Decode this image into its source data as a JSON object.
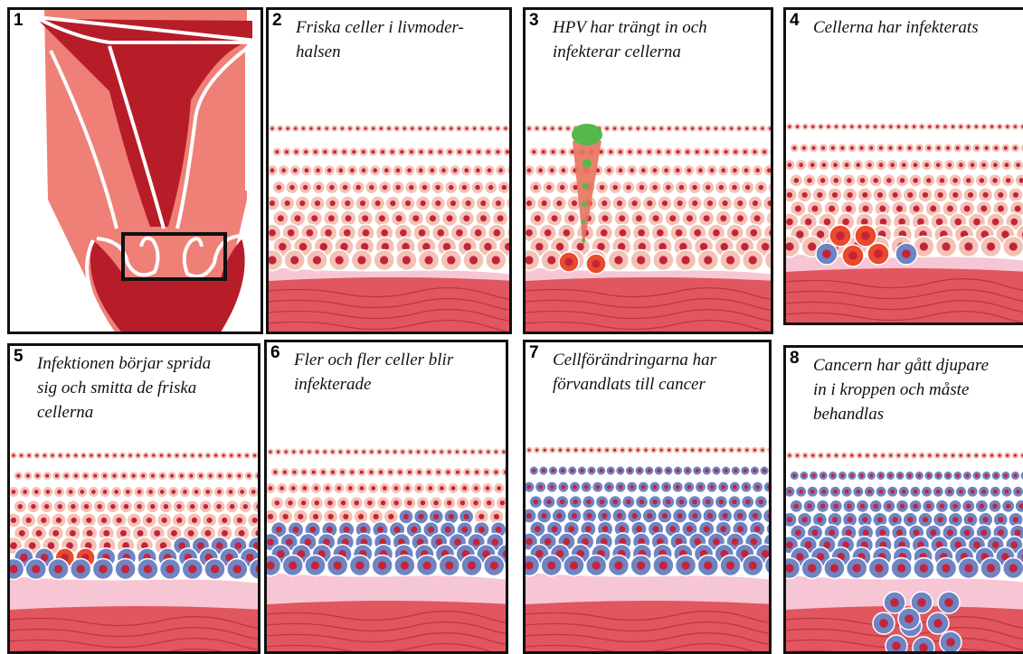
{
  "colors": {
    "healthy_cell": "#f4c1b5",
    "nucleus": "#c3243a",
    "infected_cell": "#ea4a2c",
    "cancer_cell": "#6f84c3",
    "membrane": "#f6c6d4",
    "tissue": "#e0575f",
    "tissue_lines": "#b32530",
    "virus": "#56b84a",
    "cervix_dark": "#b71d28",
    "cervix_light": "#ee8077"
  },
  "panels": [
    {
      "number": "1",
      "caption": "",
      "stage": "anatomy"
    },
    {
      "number": "2",
      "caption": "Friska celler i livmoder-\nhalsen",
      "stage": "healthy"
    },
    {
      "number": "3",
      "caption": "HPV har trängt in och\ninfekterar cellerna",
      "stage": "hpv-entry"
    },
    {
      "number": "4",
      "caption": "Cellerna har infekterats",
      "stage": "infected"
    },
    {
      "number": "5",
      "caption": "Infektionen börjar sprida\nsig och smitta de friska\ncellerna",
      "stage": "spreading"
    },
    {
      "number": "6",
      "caption": "Fler och fler celler blir\ninfekterade",
      "stage": "more-infected"
    },
    {
      "number": "7",
      "caption": "Cellförändringarna har\nförvandlats till cancer",
      "stage": "cancer"
    },
    {
      "number": "8",
      "caption": "Cancern har gått djupare\nin i kroppen och måste\nbehandlas",
      "stage": "invasive"
    }
  ]
}
